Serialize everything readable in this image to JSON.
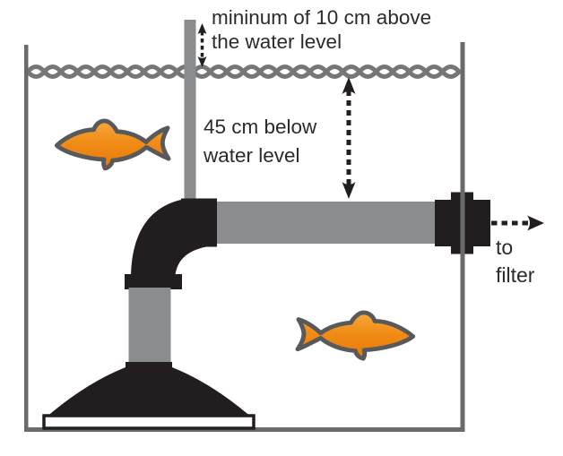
{
  "diagram": {
    "labels": {
      "standpipe_height": {
        "line1": "mininum of 10 cm above",
        "line2": "the water level"
      },
      "intake_depth": {
        "line1": "45 cm below",
        "line2": "water level"
      },
      "outflow": {
        "line1": "to",
        "line2": "filter"
      }
    },
    "colors": {
      "pipe_gray": "#8b8c8e",
      "tank_wall_gray": "#696a6c",
      "water_wave_gray": "#757678",
      "fitting_black": "#221e1f",
      "fish_orange_top": "#f6a93f",
      "fish_orange_mid": "#f08c16",
      "fish_orange_bottom": "#e8780a",
      "fish_outline_gray": "#58595b",
      "text_color": "#2b2b2b"
    }
  }
}
